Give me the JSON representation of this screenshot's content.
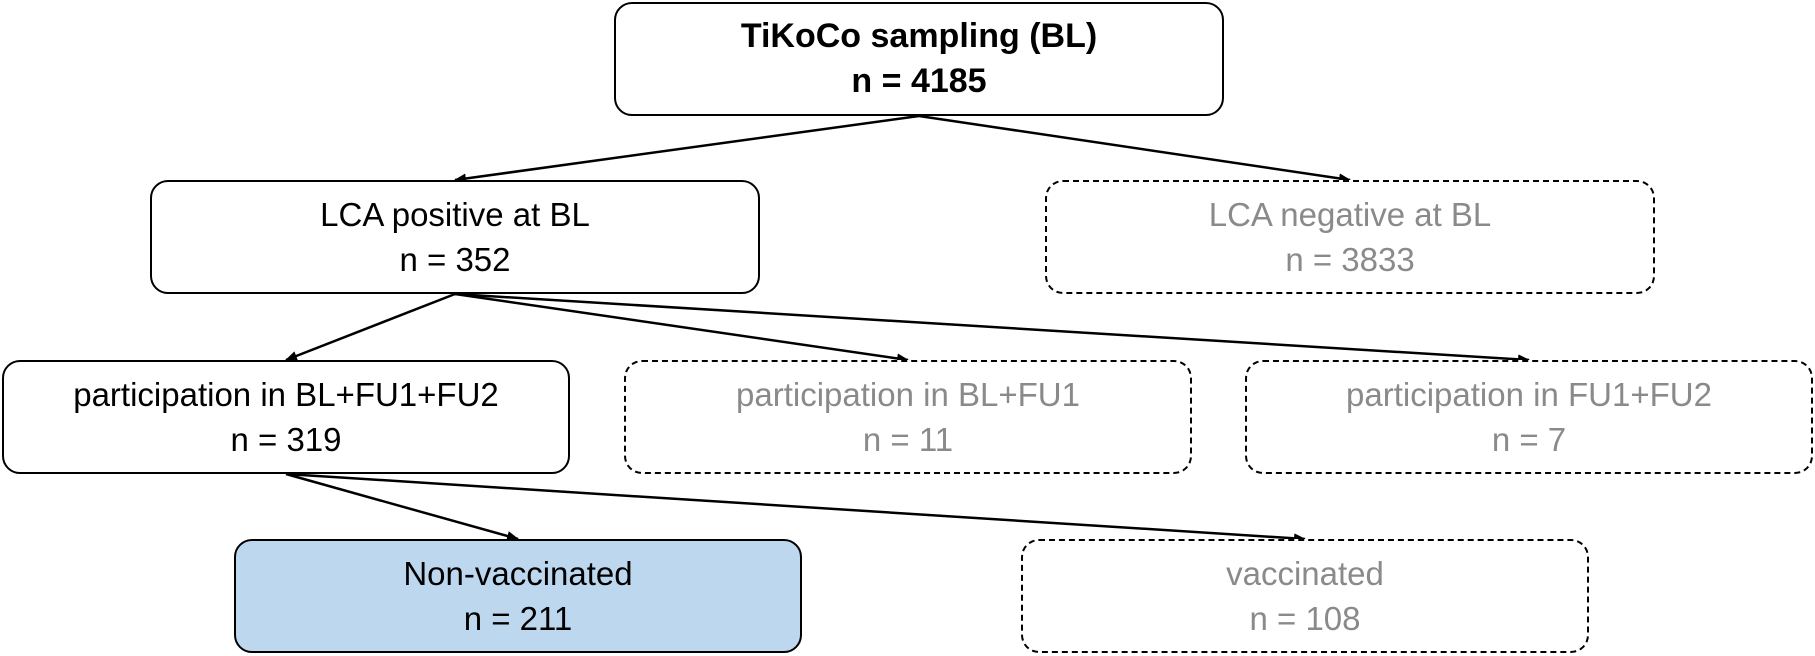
{
  "nodes": {
    "root": {
      "title": "TiKoCo sampling (BL)",
      "count": "n = 4185"
    },
    "lca_positive": {
      "title": "LCA positive at BL",
      "count": "n = 352"
    },
    "lca_negative": {
      "title": "LCA negative at BL",
      "count": "n = 3833"
    },
    "participation_all": {
      "title": "participation in BL+FU1+FU2",
      "count": "n = 319"
    },
    "participation_bl_fu1": {
      "title": "participation in BL+FU1",
      "count": "n = 11"
    },
    "participation_fu1_fu2": {
      "title": "participation in FU1+FU2",
      "count": "n = 7"
    },
    "non_vaccinated": {
      "title": "Non-vaccinated",
      "count": "n = 211"
    },
    "vaccinated": {
      "title": "vaccinated",
      "count": "n = 108"
    }
  },
  "edges": [
    [
      "root",
      "lca_positive"
    ],
    [
      "root",
      "lca_negative"
    ],
    [
      "lca_positive",
      "participation_all"
    ],
    [
      "lca_positive",
      "participation_bl_fu1"
    ],
    [
      "lca_positive",
      "participation_fu1_fu2"
    ],
    [
      "participation_all",
      "non_vaccinated"
    ],
    [
      "participation_all",
      "vaccinated"
    ]
  ],
  "colors": {
    "included_box_text": "#000000",
    "excluded_box_text": "#8a8a8a",
    "highlight_fill": "#bdd7ee",
    "connector": "#000000"
  }
}
